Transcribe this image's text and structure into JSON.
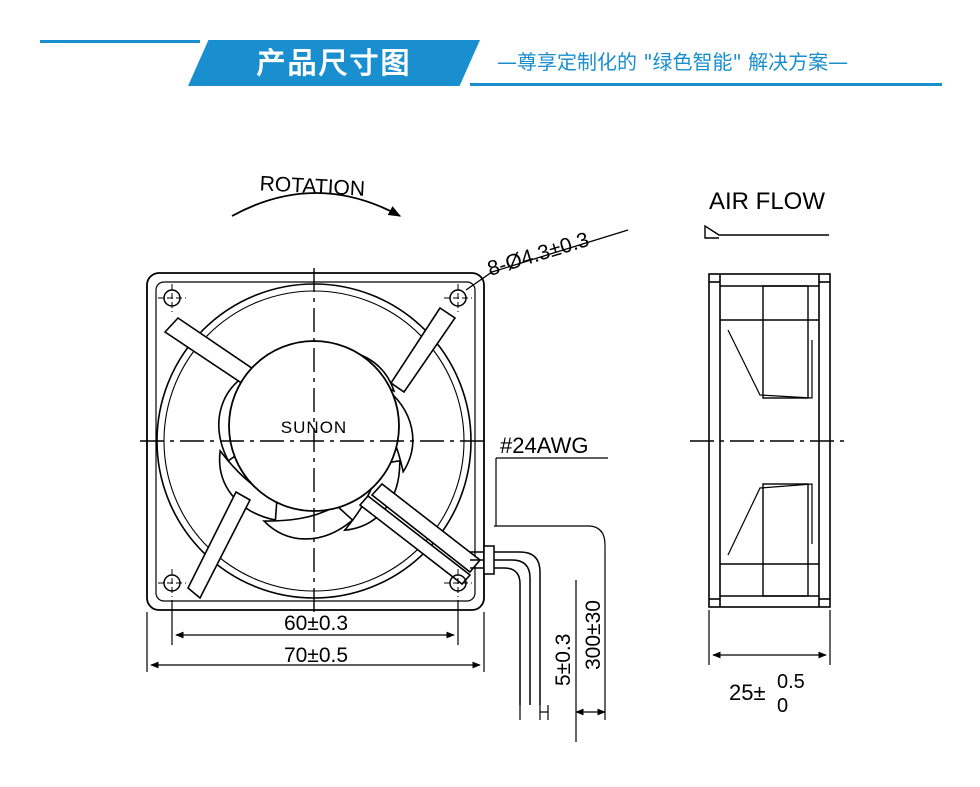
{
  "header": {
    "title": "产品尺寸图",
    "subtitle": "—尊享定制化的 \"绿色智能\" 解决方案—",
    "accent_color": "#1a8fd0"
  },
  "front_view": {
    "rotation_label": "ROTATION",
    "hole_callout": "8-Ø4.3±0.3",
    "brand": "SUNON",
    "wire_gauge": "#24AWG",
    "dim_hole_spacing": "60±0.3",
    "dim_frame_width": "70±0.5",
    "dim_strip": "5±0.3",
    "dim_lead_length": "300±30"
  },
  "side_view": {
    "airflow_label": "AIR FLOW",
    "depth_base": "25±",
    "depth_upper_tol": "0.5",
    "depth_lower_tol": "0"
  }
}
